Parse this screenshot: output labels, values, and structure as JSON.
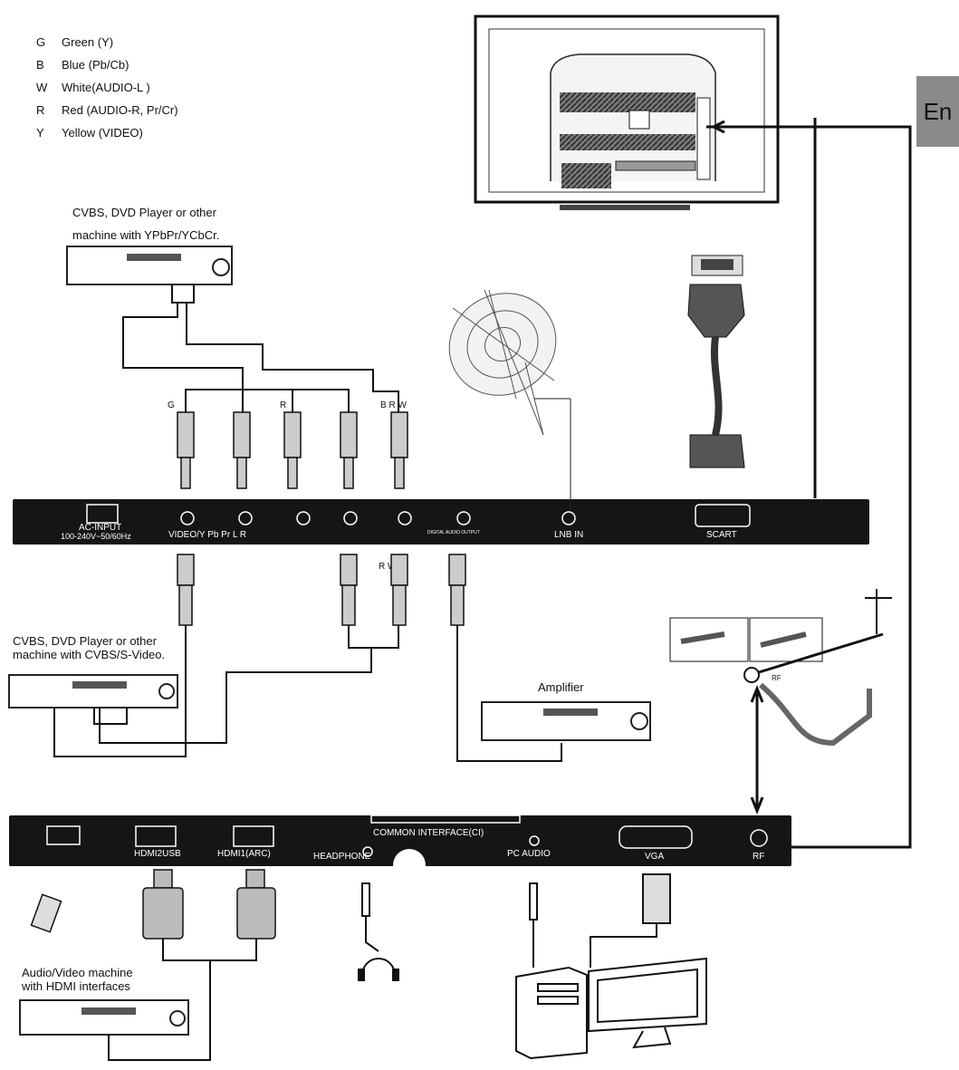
{
  "legend": [
    {
      "code": "G",
      "text": "Green (Y)"
    },
    {
      "code": "B",
      "text": "Blue (Pb/Cb)"
    },
    {
      "code": "W",
      "text": "White(AUDIO-L )"
    },
    {
      "code": "R",
      "text": "Red (AUDIO-R, Pr/Cr)"
    },
    {
      "code": "Y",
      "text": "Yellow (VIDEO)"
    }
  ],
  "language_tab": "En",
  "devices": {
    "component_source": [
      "CVBS, DVD Player or other",
      "machine with YPbPr/YCbCr."
    ],
    "cvbs_source": [
      "CVBS, DVD Player or other",
      "machine with CVBS/S-Video."
    ],
    "amplifier": "Amplifier",
    "hdmi_source": [
      "Audio/Video machine",
      "with HDMI interfaces"
    ]
  },
  "plug_markers": {
    "g": "G",
    "r": "R",
    "brw": "B R W",
    "ryw": "R W"
  },
  "top_panel": {
    "ac_input": "AC-INPUT",
    "ac_rating": "100-240V~50/60Hz",
    "video_group": "VIDEO/Y Pb Pr L R",
    "digital_audio": "DIGITAL AUDIO OUTPUT",
    "lnb_in": "LNB IN",
    "scart": "SCART"
  },
  "bottom_panel": {
    "hdmi2usb": "HDMI2USB",
    "hdmi1": "HDMI1(ARC)",
    "headphone": "HEADPHONE",
    "common_interface": "COMMON INTERFACE(CI)",
    "pc_audio": "PC AUDIO",
    "vga": "VGA",
    "rf": "RF"
  },
  "antenna": {
    "rf_marker": "RF"
  }
}
